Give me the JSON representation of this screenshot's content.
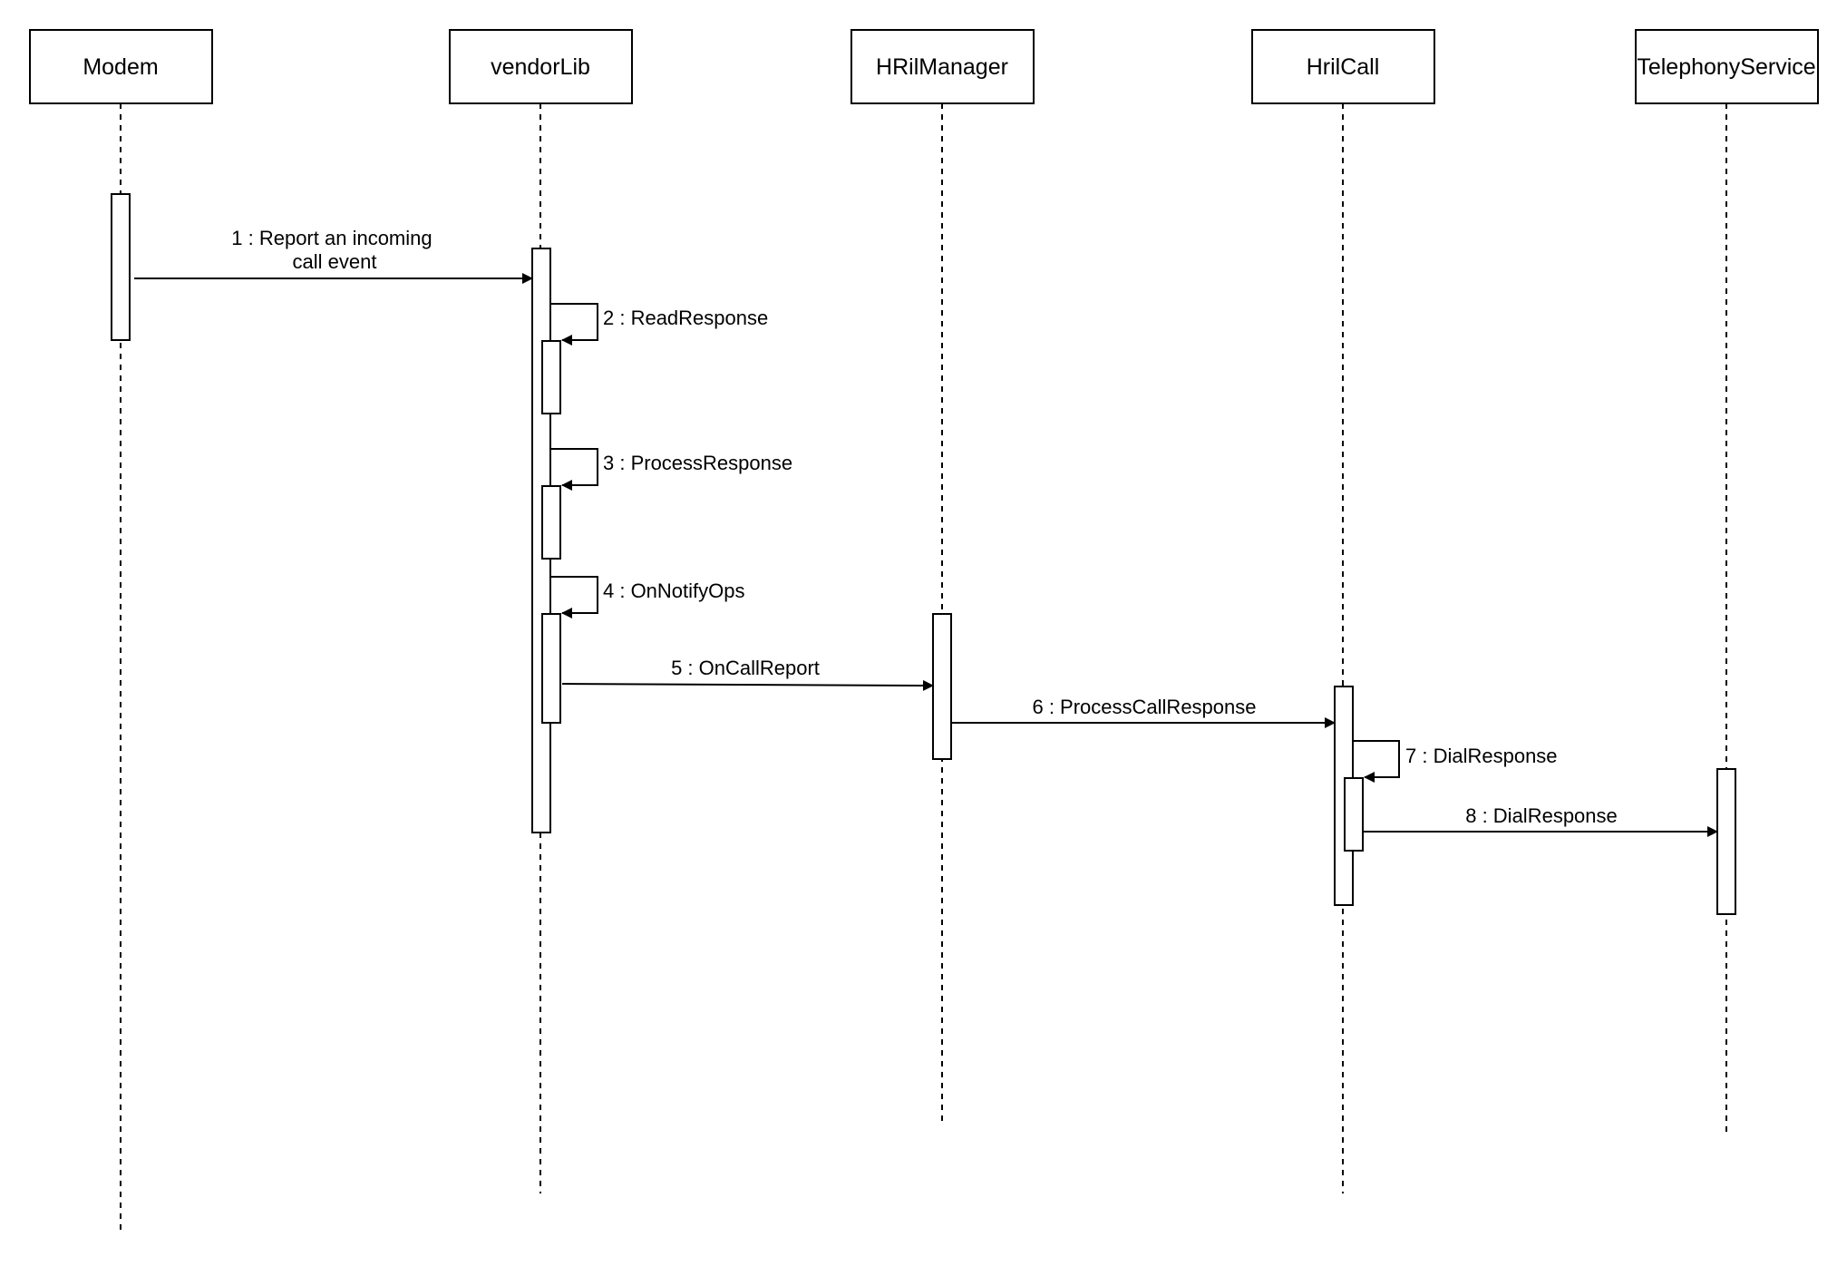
{
  "participants": [
    {
      "id": "modem",
      "label": "Modem"
    },
    {
      "id": "vendorlib",
      "label": "vendorLib"
    },
    {
      "id": "hrilmanager",
      "label": "HRilManager"
    },
    {
      "id": "hrilcall",
      "label": "HrilCall"
    },
    {
      "id": "telephonyservice",
      "label": "TelephonyService"
    }
  ],
  "messages": [
    {
      "number": "1",
      "label_lines": [
        "1 : Report an incoming",
        "call event"
      ],
      "from": "Modem",
      "to": "vendorLib"
    },
    {
      "number": "2",
      "label_lines": [
        "2 : ReadResponse"
      ],
      "from": "vendorLib",
      "to": "vendorLib"
    },
    {
      "number": "3",
      "label_lines": [
        "3 : ProcessResponse"
      ],
      "from": "vendorLib",
      "to": "vendorLib"
    },
    {
      "number": "4",
      "label_lines": [
        "4 : OnNotifyOps"
      ],
      "from": "vendorLib",
      "to": "vendorLib"
    },
    {
      "number": "5",
      "label_lines": [
        "5 : OnCallReport"
      ],
      "from": "vendorLib",
      "to": "HRilManager"
    },
    {
      "number": "6",
      "label_lines": [
        "6 : ProcessCallResponse"
      ],
      "from": "HRilManager",
      "to": "HrilCall"
    },
    {
      "number": "7",
      "label_lines": [
        "7 : DialResponse"
      ],
      "from": "HrilCall",
      "to": "HrilCall"
    },
    {
      "number": "8",
      "label_lines": [
        "8 : DialResponse"
      ],
      "from": "HrilCall",
      "to": "TelephonyService"
    }
  ]
}
